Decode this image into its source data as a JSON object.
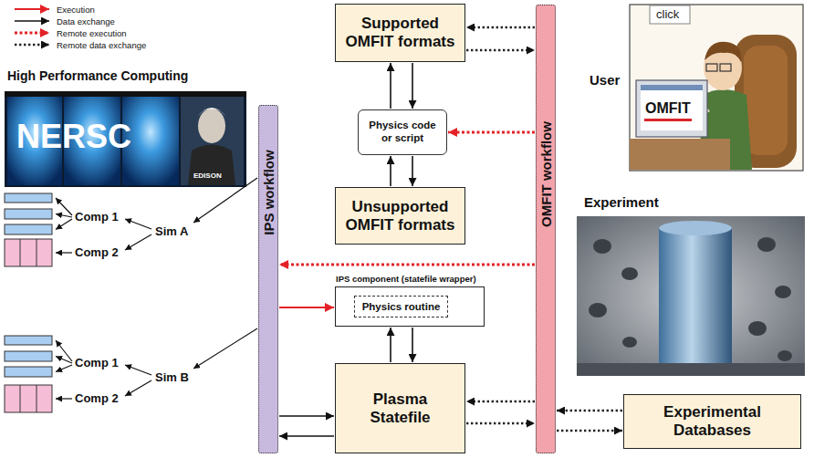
{
  "diagram": {
    "nodes": [
      {
        "text": [
          "Supported OMFIT formats"
        ]
      },
      {
        "text": [
          "Physics code or script"
        ]
      },
      {
        "text": [
          "Unsupported OMFIT formats"
        ]
      },
      {
        "text": [
          "IPS workflow"
        ]
      },
      {
        "text": [
          "IPS component (statefile wrapper)"
        ]
      },
      {
        "text": [
          "Physics routine"
        ],
        "in": 4
      },
      {
        "text": [
          "Plasma Statefile"
        ]
      },
      {
        "text": [
          "OMFIT workflow"
        ]
      },
      {
        "text": [
          "Experimental Databases"
        ]
      }
    ],
    "edges": [
      {
        "from": 7,
        "to": 0,
        "arrow": "to"
      },
      {
        "from": 0,
        "to": 7,
        "arrow": "to"
      },
      {
        "from": 1,
        "to": 0,
        "arrow": "to"
      },
      {
        "from": 0,
        "to": 1,
        "arrow": "to"
      },
      {
        "from": 1,
        "to": 2,
        "arrow": "to"
      },
      {
        "from": 2,
        "to": 1,
        "arrow": "to"
      },
      {
        "from": 7,
        "to": 1,
        "arrow": "to"
      },
      {
        "from": 7,
        "to": 3,
        "arrow": "to"
      },
      {
        "from": 3,
        "to": 4,
        "arrow": "to"
      },
      {
        "from": 4,
        "to": 6,
        "arrow": "to"
      },
      {
        "from": 6,
        "to": 4,
        "arrow": "to"
      },
      {
        "from": 3,
        "to": 6,
        "arrow": "to"
      },
      {
        "from": 6,
        "to": 3,
        "arrow": "to"
      },
      {
        "from": 7,
        "to": 6,
        "arrow": "to"
      },
      {
        "from": 6,
        "to": 7,
        "arrow": "to"
      },
      {
        "from": 8,
        "to": 7,
        "arrow": "to"
      },
      {
        "from": 7,
        "to": 8,
        "arrow": "to"
      }
    ],
    "labels": [
      "High Performance Computing",
      "NERSC",
      "EDISON",
      "Comp 1",
      "Sim A",
      "Comp 2",
      "Comp 1",
      "Sim B",
      "Comp 2",
      "User",
      "click",
      "OMFIT",
      "Experiment"
    ],
    "legend": [
      {
        "text": "Execution"
      },
      {
        "text": "Data exchange"
      },
      {
        "text": "Remote execution"
      },
      {
        "text": "Remote data exchange"
      }
    ]
  }
}
